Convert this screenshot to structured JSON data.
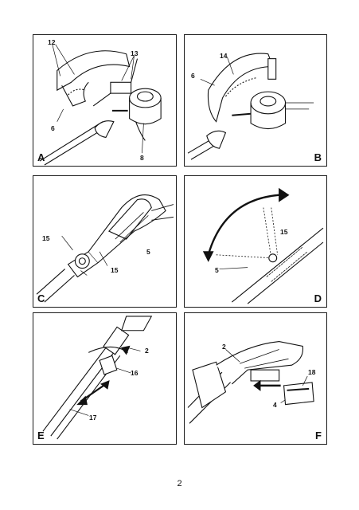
{
  "page": {
    "number": "2"
  },
  "panels": [
    {
      "letter": "A",
      "callouts": [
        "12",
        "13",
        "6",
        "8"
      ]
    },
    {
      "letter": "B",
      "callouts": [
        "14",
        "6"
      ]
    },
    {
      "letter": "C",
      "callouts": [
        "15",
        "5",
        "15"
      ]
    },
    {
      "letter": "D",
      "callouts": [
        "15",
        "5"
      ]
    },
    {
      "letter": "E",
      "callouts": [
        "2",
        "16",
        "17"
      ]
    },
    {
      "letter": "F",
      "callouts": [
        "2",
        "18",
        "4"
      ]
    }
  ]
}
